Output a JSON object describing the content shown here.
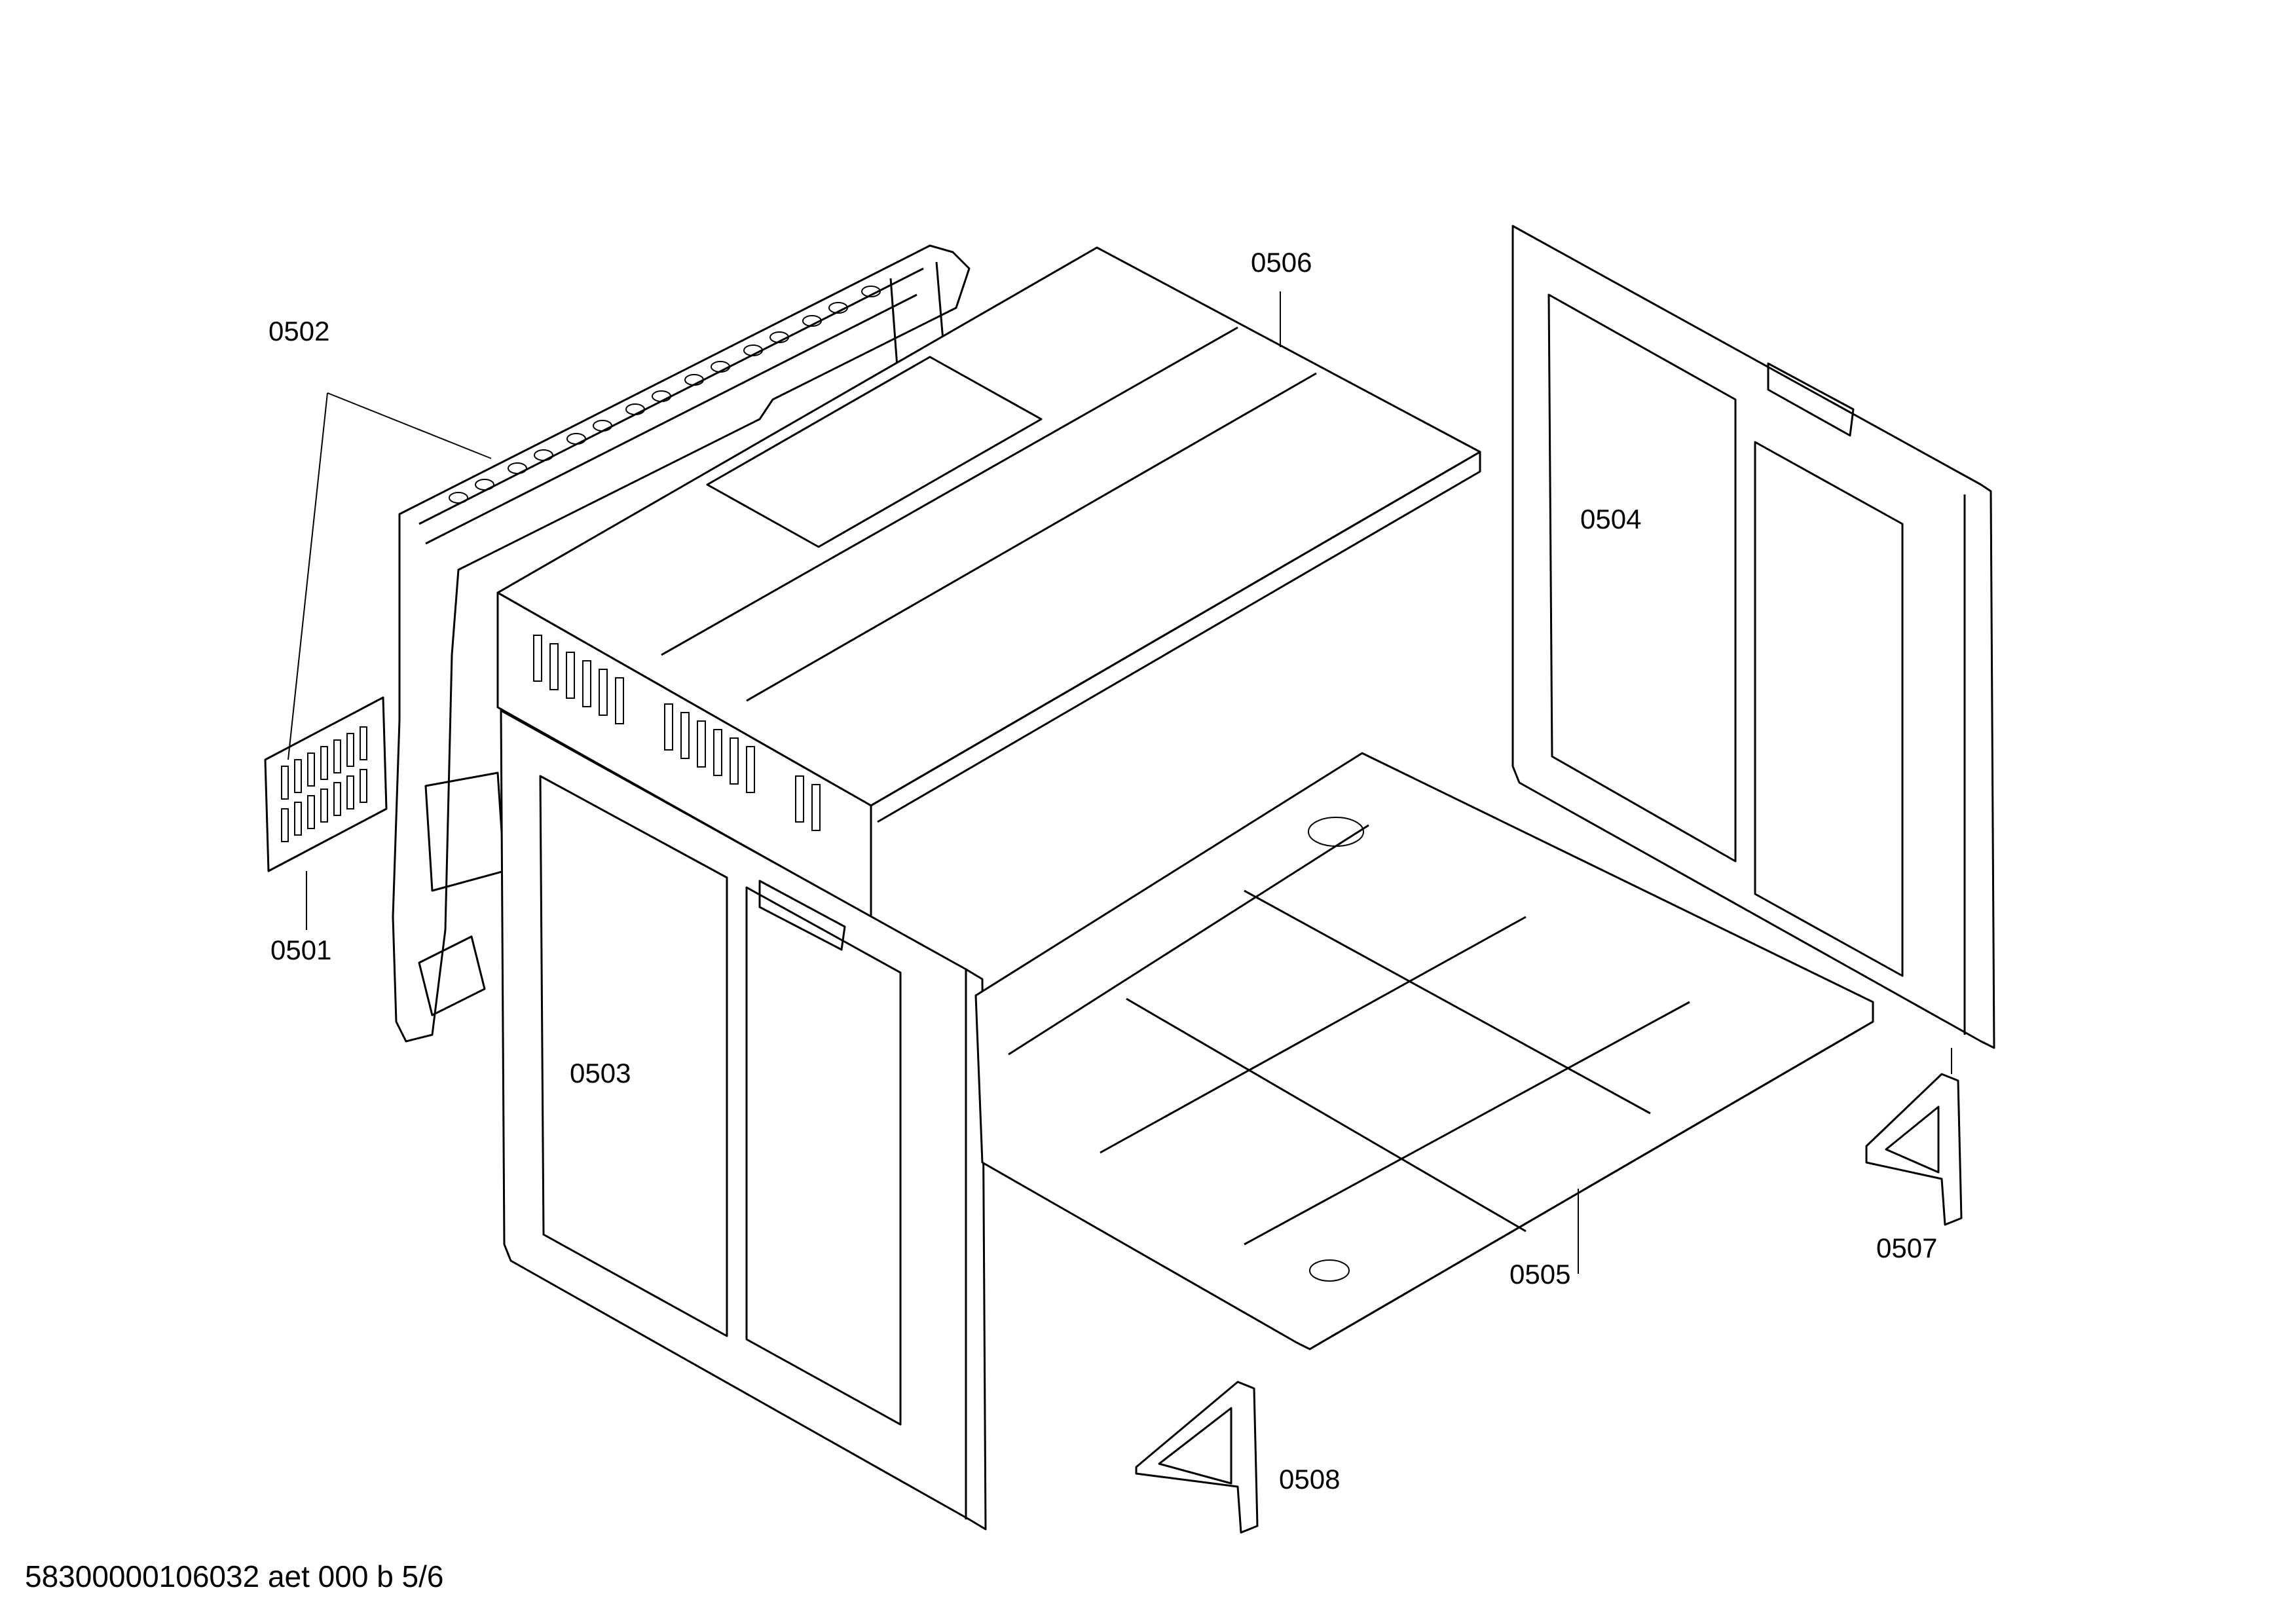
{
  "diagram": {
    "labels": {
      "p0501": "0501",
      "p0502": "0502",
      "p0503": "0503",
      "p0504": "0504",
      "p0505": "0505",
      "p0506": "0506",
      "p0507": "0507",
      "p0508": "0508"
    },
    "footer": "58300000106032 aet 000 b 5/6"
  }
}
